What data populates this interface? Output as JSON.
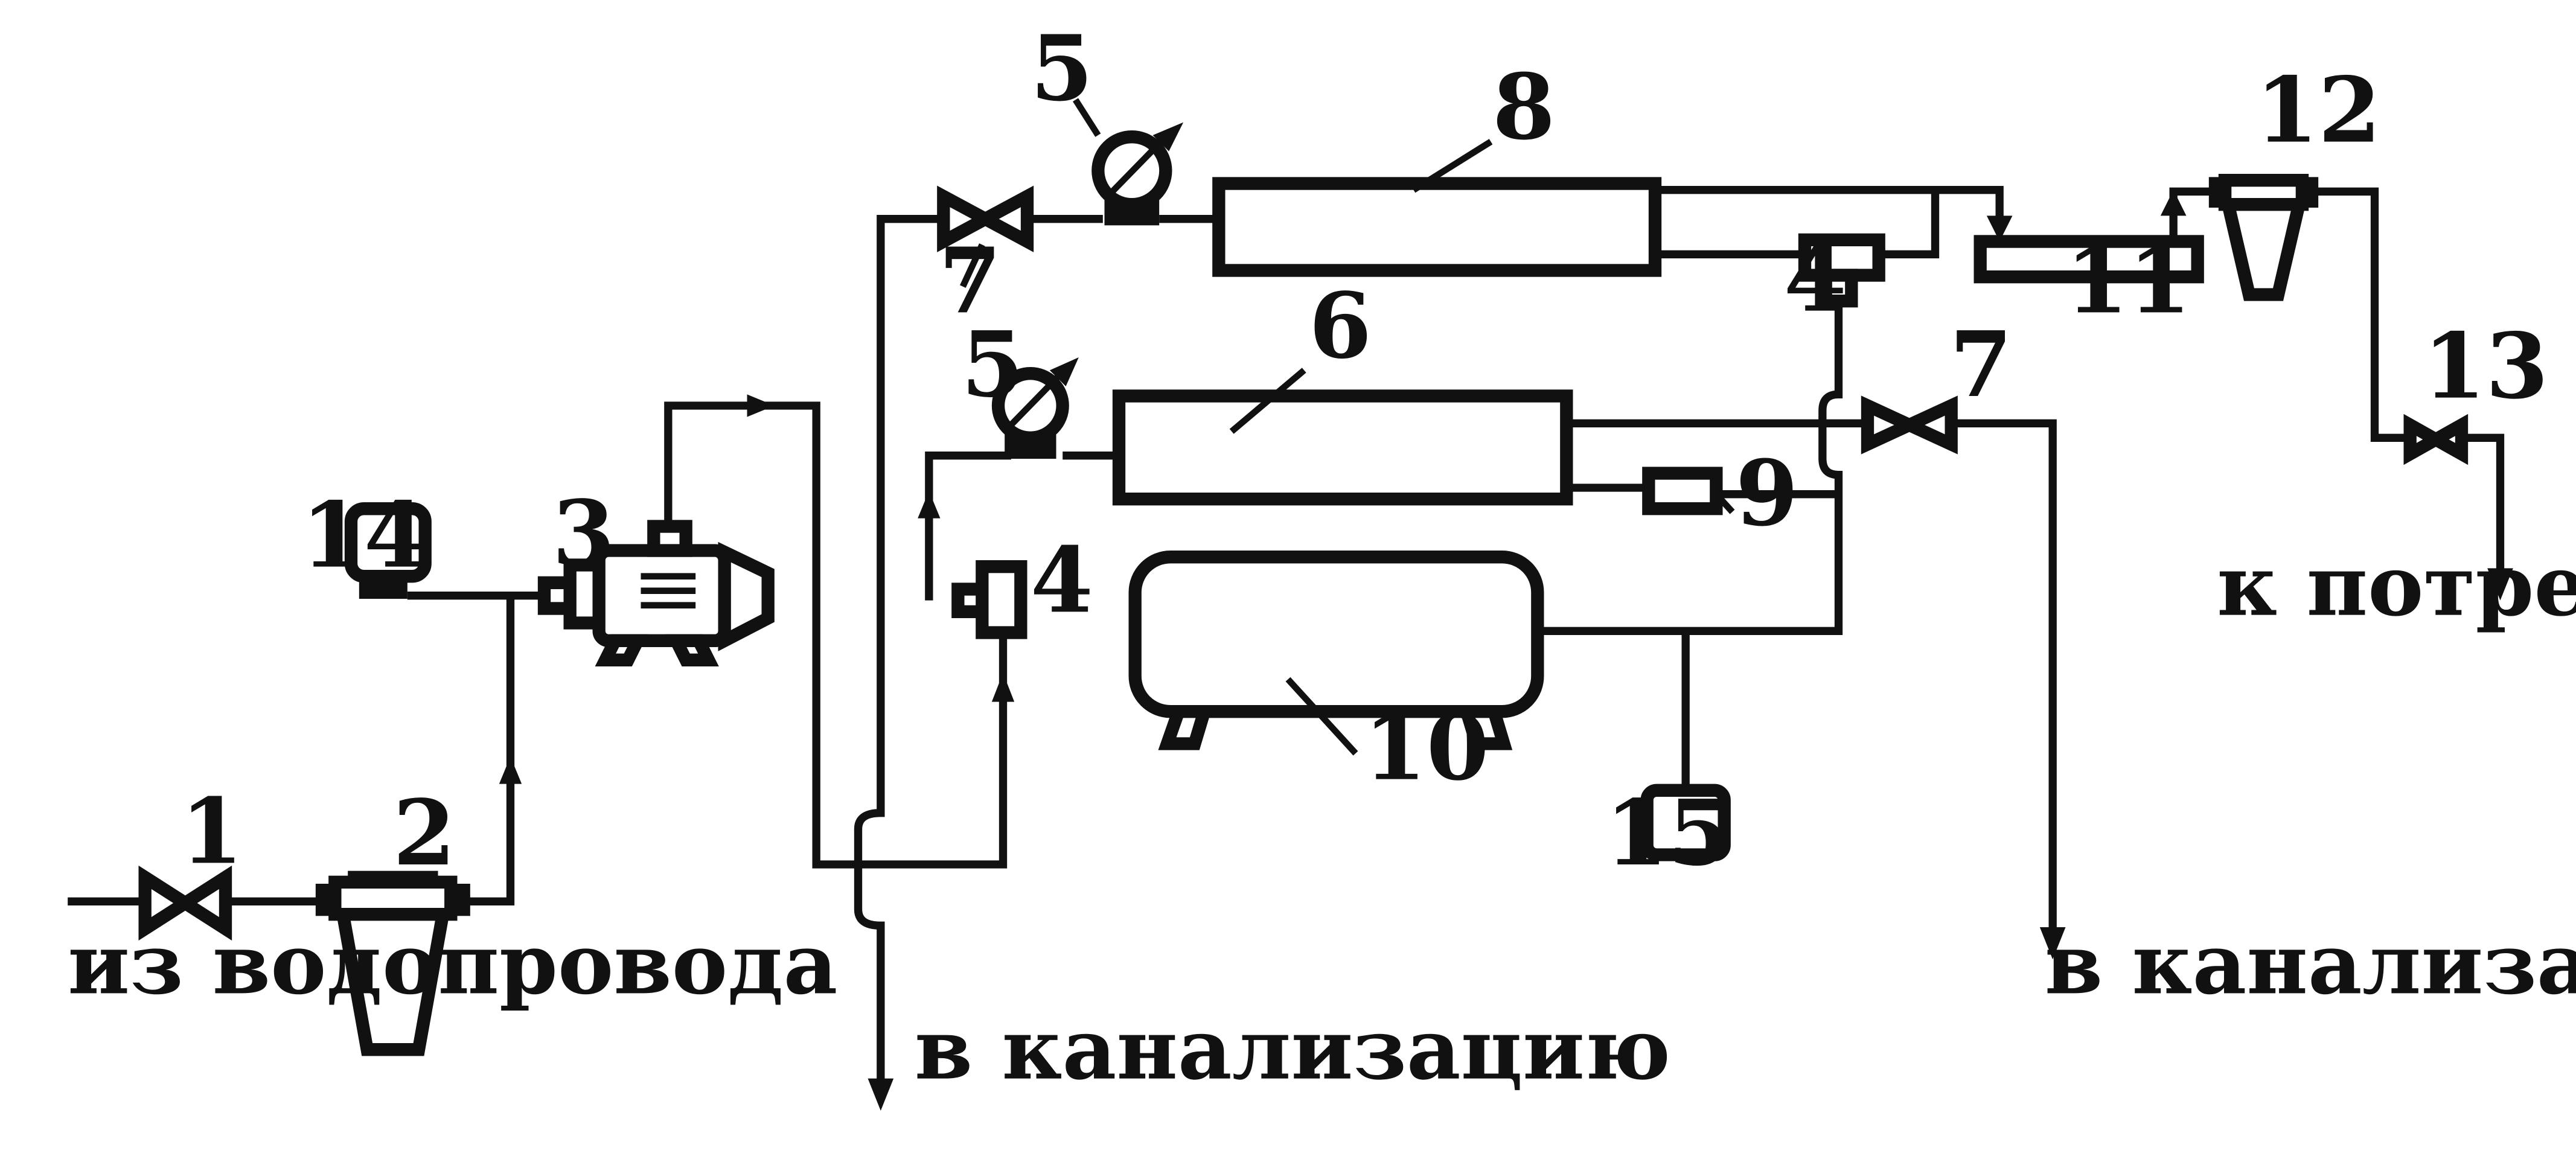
{
  "labels": {
    "n1": "1",
    "n2": "2",
    "n3": "3",
    "n4a": "4",
    "n4b": "4",
    "n5a": "5",
    "n5b": "5",
    "n6": "6",
    "n7a": "7",
    "n7b": "7",
    "n8": "8",
    "n9": "9",
    "n10": "10",
    "n11": "11",
    "n12": "12",
    "n13": "13",
    "n14": "14",
    "n15": "15"
  },
  "captions": {
    "from_water_supply": "из водопровода",
    "to_sewer_left": "в канализацию",
    "to_sewer_right": "в канализацию",
    "to_consumer": "к потребителю"
  }
}
